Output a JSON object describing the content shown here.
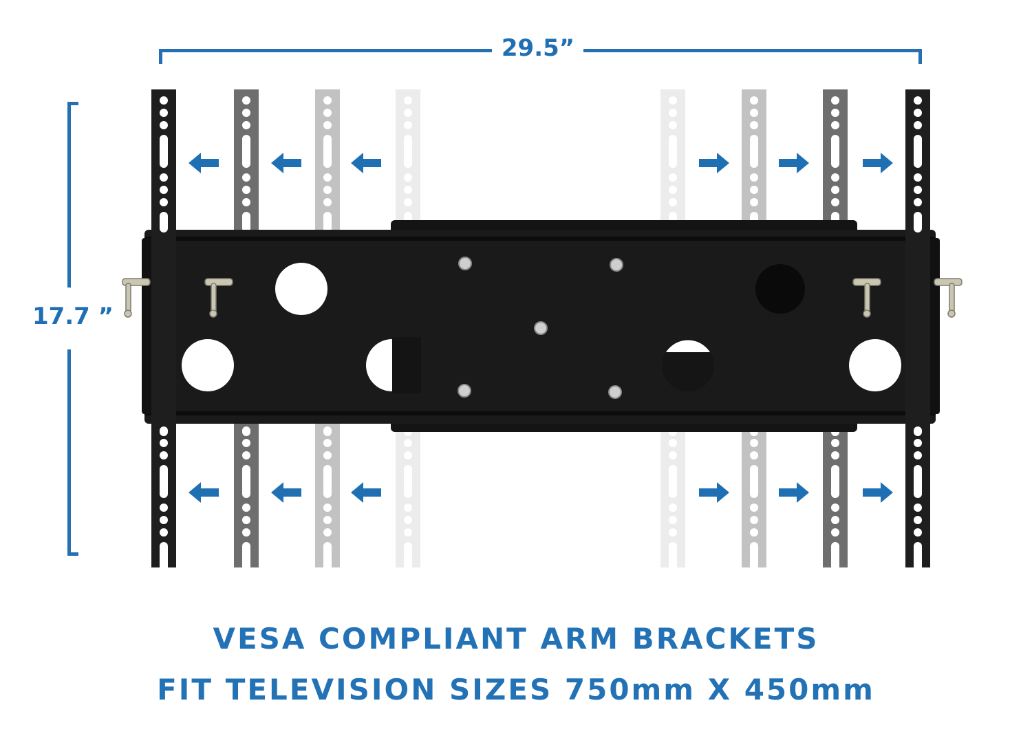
{
  "dimensions": {
    "width_label": "29.5”",
    "height_label": "17.7 ”"
  },
  "caption": {
    "line1": "VESA COMPLIANT ARM BRACKETS",
    "line2": "FIT TELEVISION SIZES 750mm X 450mm"
  },
  "colors": {
    "accent_blue": "#2470b0",
    "bracket_positions": [
      "#1e1e1e",
      "#6b6b6b",
      "#bdbdbd",
      "#e8e8e8"
    ],
    "plate": "#141414"
  },
  "diagram": {
    "bracket_positions_per_side": 4,
    "arrow_direction_left": "left",
    "arrow_direction_right": "right"
  }
}
